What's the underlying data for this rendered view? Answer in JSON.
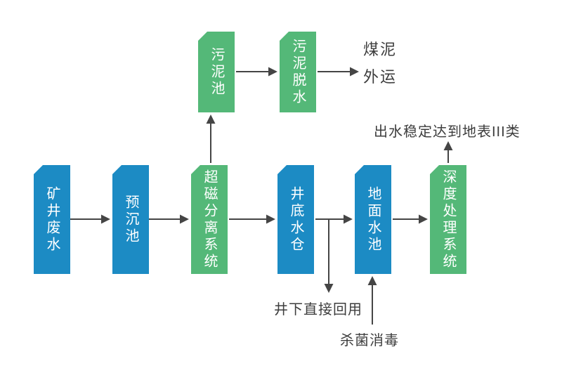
{
  "colors": {
    "blue": "#1c8bc4",
    "green": "#54b878",
    "line": "#454545",
    "text": "#3d3d3d",
    "node_text": "#ffffff",
    "bg": "#ffffff"
  },
  "nodes": {
    "mine_wastewater": {
      "label": "矿井废水",
      "color": "blue"
    },
    "pre_sedimentation": {
      "label": "预沉池",
      "color": "blue"
    },
    "magnetic_separation": {
      "label": "超磁分离系统",
      "color": "green"
    },
    "shaft_sump": {
      "label": "井底水仓",
      "color": "blue"
    },
    "surface_pool": {
      "label": "地面水池",
      "color": "blue"
    },
    "advanced_treatment": {
      "label": "深度处理系统",
      "color": "green"
    },
    "sludge_tank": {
      "label": "污泥池",
      "color": "green"
    },
    "sludge_dewatering": {
      "label": "污泥脱水",
      "color": "green"
    }
  },
  "labels": {
    "coal_sludge_out": "煤泥外运",
    "effluent_standard": "出水稳定达到地表III类",
    "underground_reuse": "井下直接回用",
    "disinfection": "杀菌消毒"
  },
  "edges": [
    {
      "from": "mine_wastewater",
      "to": "pre_sedimentation"
    },
    {
      "from": "pre_sedimentation",
      "to": "magnetic_separation"
    },
    {
      "from": "magnetic_separation",
      "to": "shaft_sump"
    },
    {
      "from": "magnetic_separation",
      "to": "sludge_tank"
    },
    {
      "from": "sludge_tank",
      "to": "sludge_dewatering"
    },
    {
      "from": "sludge_dewatering",
      "to": "coal_sludge_out"
    },
    {
      "from": "shaft_sump",
      "to": "surface_pool"
    },
    {
      "from": "shaft_sump",
      "to": "underground_reuse"
    },
    {
      "from": "disinfection",
      "to": "surface_pool"
    },
    {
      "from": "surface_pool",
      "to": "advanced_treatment"
    },
    {
      "from": "advanced_treatment",
      "to": "effluent_standard"
    }
  ]
}
